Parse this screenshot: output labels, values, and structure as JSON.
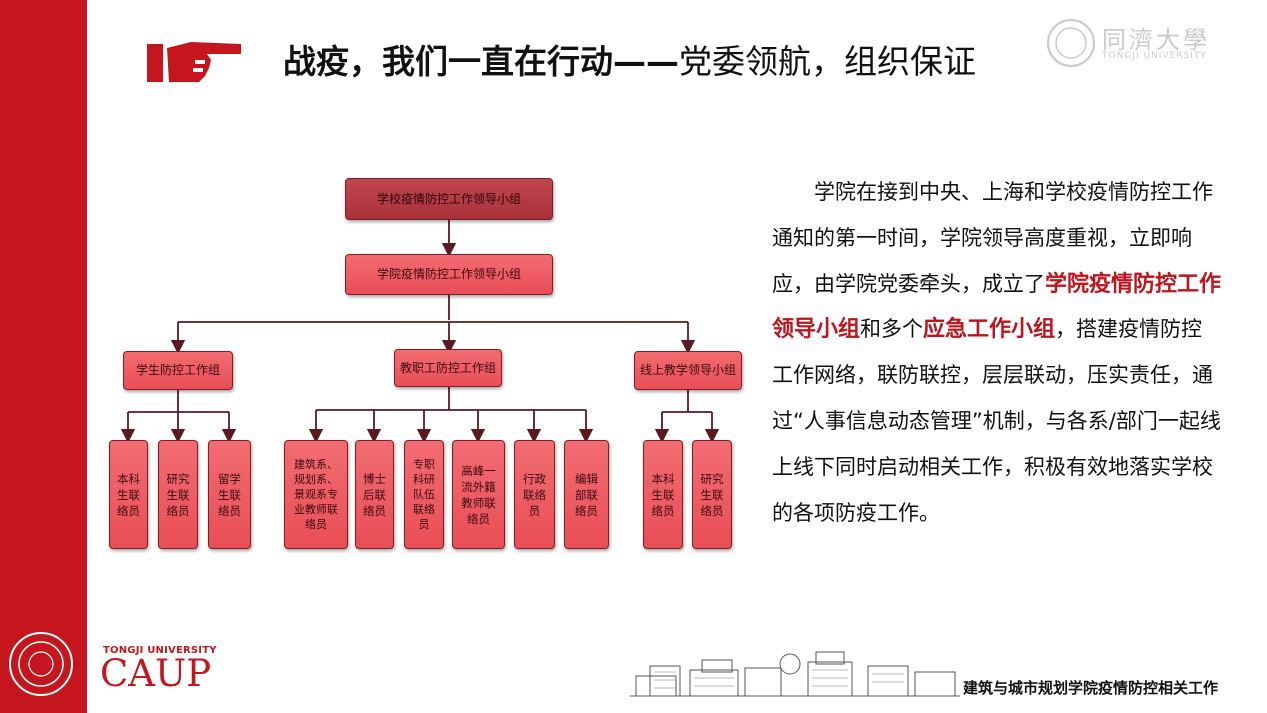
{
  "slide": {
    "title_bold": "战疫，我们一直在行动——",
    "title_light": "党委领航，组织保证"
  },
  "watermark": {
    "name": "同濟大學",
    "sub": "TONGJI UNIVERSITY"
  },
  "org_chart": {
    "root": "学校疫情防控工作领导小组",
    "level2": "学院疫情防控工作领导小组",
    "groups": [
      {
        "label": "学生防控工作组",
        "members": [
          "本科\n生联\n络员",
          "研究\n生联\n络员",
          "留学\n生联\n络员"
        ]
      },
      {
        "label": "教职工防控工作组",
        "members": [
          "建筑系、\n规划系、\n景观系专\n业教师联\n络员",
          "博士\n后联\n络员",
          "专职\n科研\n队伍\n联络\n员",
          "高峰一\n流外籍\n教师联\n络员",
          "行政\n联络\n员",
          "编辑\n部联\n络员"
        ]
      },
      {
        "label": "线上教学领导小组",
        "members": [
          "本科\n生联\n络员",
          "研究\n生联\n络员"
        ]
      }
    ]
  },
  "paragraph": {
    "p1": "学院在接到中央、上海和学校疫情防控工作通知的第一时间，学院领导高度重视，立即响应，由学院党委牵头，成立了",
    "h1": "学院疫情防控工作领导小组",
    "p2": "和多个",
    "h2": "应急工作小组",
    "p3": "，搭建疫情防控工作网络，联防联控，层层联动，压实责任，通过“人事信息动态管理”机制，与各系/部门一起线上线下同时启动相关工作，积极有效地落实学校的各项防疫工作。"
  },
  "footer": {
    "university": "TONGJI UNIVERSITY",
    "caup": "CAUP",
    "caption": "建筑与城市规划学院疫情防控相关工作"
  },
  "colors": {
    "brand_red": "#c4161c",
    "node_red": "#e94e56",
    "top_node": "#a83139"
  }
}
